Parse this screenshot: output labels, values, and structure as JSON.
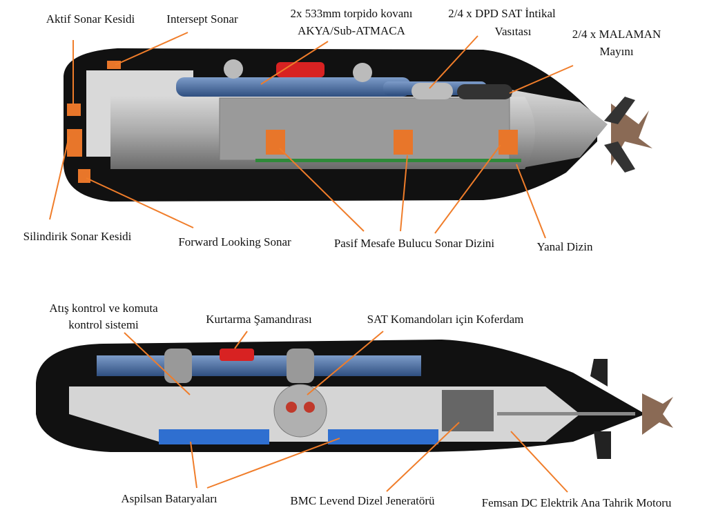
{
  "colors": {
    "leader": "#f07d2a",
    "hull": "#111111",
    "sonar": "#e8762a",
    "torpedo": "#4a6fa5",
    "battery": "#2f6fd0"
  },
  "top_diagram": {
    "labels": {
      "active_sonar": "Aktif Sonar Kesidi",
      "intercept_sonar": "Intersept Sonar",
      "torpedo_line1": "2x 533mm torpido kovanı",
      "torpedo_line2": "AKYA/Sub-ATMACA",
      "sdv_line1": "2/4 x DPD SAT İntikal",
      "sdv_line2": "Vasıtası",
      "mine_line1": "2/4 x MALAMAN",
      "mine_line2": "Mayını",
      "cylindrical_sonar": "Silindirik Sonar Kesidi",
      "forward_sonar": "Forward Looking Sonar",
      "passive_ranging_sonar": "Pasif Mesafe Bulucu Sonar Dizini",
      "flank_array": "Yanal Dizin"
    }
  },
  "bottom_diagram": {
    "labels": {
      "fire_control_line1": "Atış kontrol ve komuta",
      "fire_control_line2": "kontrol sistemi",
      "rescue_buoy": "Kurtarma Şamandırası",
      "cofferdam": "SAT Komandoları için Koferdam",
      "batteries": "Aspilsan Bataryaları",
      "generator": "BMC Levend Dizel Jeneratörü",
      "motor": "Femsan DC Elektrik Ana Tahrik Motoru"
    }
  }
}
